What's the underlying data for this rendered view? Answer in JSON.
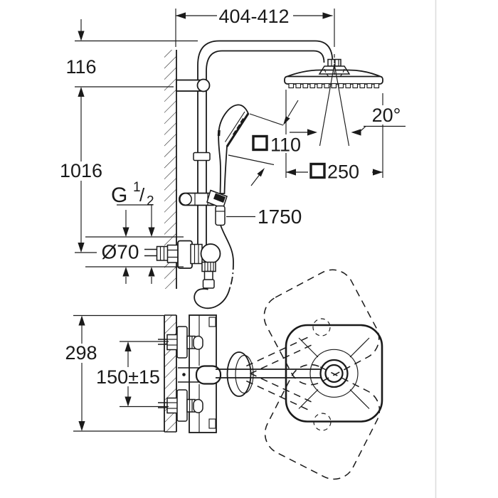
{
  "document": {
    "type": "technical installation drawing",
    "subject": "thermostatic shower system with head shower, hand shower and swivel arm"
  },
  "labels": {
    "arm_reach": "404-412",
    "wall_offset": "116",
    "riser_height": "1016",
    "tilt_angle": "20°",
    "hand_shower_face": "110",
    "head_shower_face": "250",
    "hose_length": "1750",
    "escutcheon_diameter": "Ø70",
    "trim_height": "298",
    "inlet_spacing": "150±15",
    "thread": {
      "g": "G",
      "numerator": "1",
      "slash": "/",
      "denominator": "2"
    }
  },
  "colors": {
    "line": "#1a1a1a",
    "background": "#ffffff",
    "divider": "#dcdcdc"
  }
}
